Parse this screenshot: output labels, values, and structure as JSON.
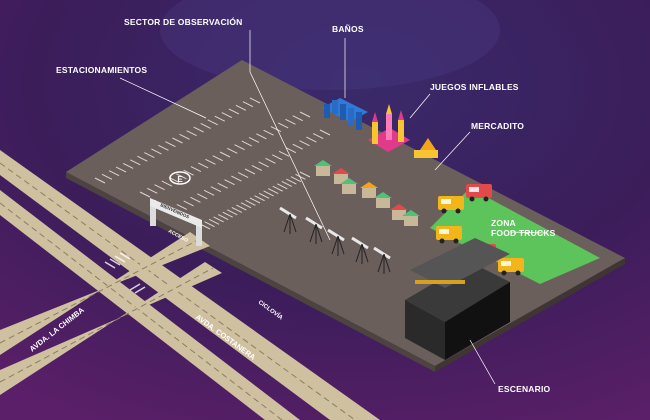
{
  "labels": {
    "sector_observacion": "SECTOR DE OBSERVACIÓN",
    "banos": "BAÑOS",
    "estacionamientos": "ESTACIONAMIENTOS",
    "juegos_inflables": "JUEGOS INFLABLES",
    "mercadito": "MERCADITO",
    "zona_food_trucks_line1": "ZONA",
    "zona_food_trucks_line2": "FOOD TRUCKS",
    "escenario": "ESCENARIO"
  },
  "roads": {
    "avda_la_chimba": "AVDA. LA CHIMBA",
    "avda_costanera": "AVDA. COSTANERA",
    "ciclovia": "CICLOVÍA"
  },
  "entrance": {
    "arch_sign": "BIENVENIDOS",
    "acceso": "ACCESO"
  },
  "parking_symbol": "E",
  "colors": {
    "background_top": "#2a1850",
    "background_bottom": "#5a1f6a",
    "ground": "#6b5f5c",
    "grass": "#5cc45a",
    "road": "#cfc0a0",
    "road_line": "#8a7e62",
    "stage_screen": "#111111",
    "label_text": "#ffffff"
  }
}
